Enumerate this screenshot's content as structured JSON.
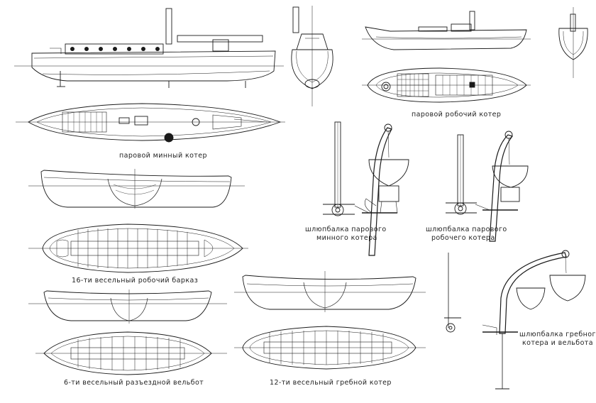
{
  "labels": {
    "torpedo_boat": "паровой минный котер",
    "steam_work_boat": "паровой робочий котер",
    "longboat_16": "16-ти весельный робочий барказ",
    "whaleboat_6": "6-ти весельный разъездной вельбот",
    "rowing_cutter_12": "12-ти весельный гребной котер",
    "davit_torpedo_line1": "шлюпбалка парового",
    "davit_torpedo_line2": "минного котера",
    "davit_work_line1": "шлюпбалка парового",
    "davit_work_line2": "робочего котера",
    "davit_rowing_line1": "шлюпбалка гребного",
    "davit_rowing_line2": "котера и вельбота"
  },
  "colors": {
    "ink": "#1a1a1a",
    "paper": "#ffffff",
    "hatch": "#555555"
  }
}
